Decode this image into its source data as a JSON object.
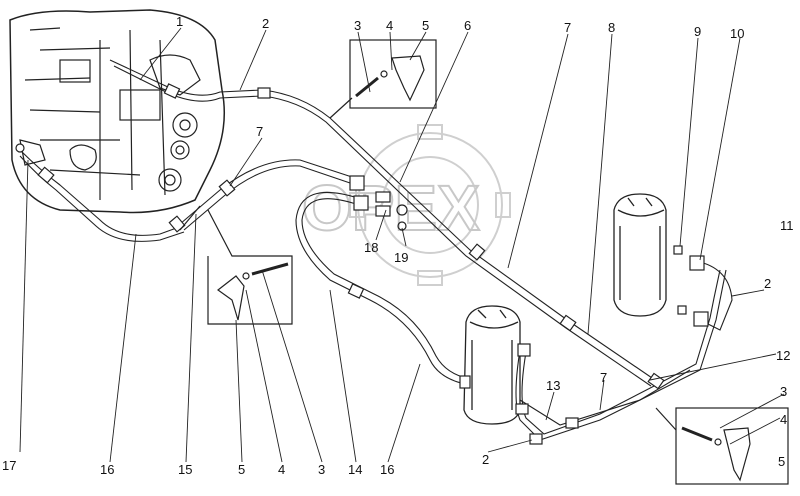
{
  "watermark": {
    "text": "OPEX"
  },
  "callouts": [
    {
      "id": "c1",
      "label": "1"
    },
    {
      "id": "c2a",
      "label": "2"
    },
    {
      "id": "c3a",
      "label": "3"
    },
    {
      "id": "c4a",
      "label": "4"
    },
    {
      "id": "c5a",
      "label": "5"
    },
    {
      "id": "c6",
      "label": "6"
    },
    {
      "id": "c7a",
      "label": "7"
    },
    {
      "id": "c8",
      "label": "8"
    },
    {
      "id": "c9",
      "label": "9"
    },
    {
      "id": "c10",
      "label": "10"
    },
    {
      "id": "c11",
      "label": "11"
    },
    {
      "id": "c7b",
      "label": "7"
    },
    {
      "id": "c18",
      "label": "18"
    },
    {
      "id": "c19",
      "label": "19"
    },
    {
      "id": "c2b",
      "label": "2"
    },
    {
      "id": "c12",
      "label": "12"
    },
    {
      "id": "c13",
      "label": "13"
    },
    {
      "id": "c7c",
      "label": "7"
    },
    {
      "id": "c3b",
      "label": "3"
    },
    {
      "id": "c4b",
      "label": "4"
    },
    {
      "id": "c5b",
      "label": "5"
    },
    {
      "id": "c17",
      "label": "17"
    },
    {
      "id": "c16a",
      "label": "16"
    },
    {
      "id": "c15",
      "label": "15"
    },
    {
      "id": "c5c",
      "label": "5"
    },
    {
      "id": "c4c",
      "label": "4"
    },
    {
      "id": "c3c",
      "label": "3"
    },
    {
      "id": "c14",
      "label": "14"
    },
    {
      "id": "c16b",
      "label": "16"
    },
    {
      "id": "c2c",
      "label": "2"
    }
  ]
}
